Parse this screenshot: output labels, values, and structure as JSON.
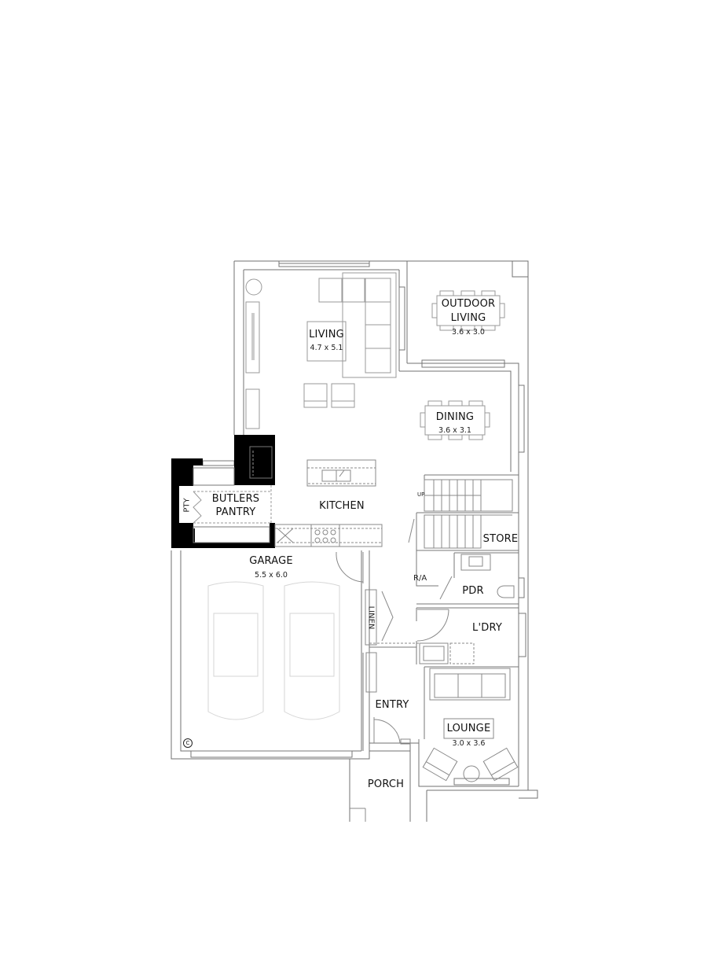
{
  "plan": {
    "rooms": [
      {
        "id": "living",
        "name": "LIVING",
        "dims": "4.7 x 5.1"
      },
      {
        "id": "outdoor_living",
        "name_line1": "OUTDOOR",
        "name_line2": "LIVING",
        "dims": "3.6 x 3.0"
      },
      {
        "id": "dining",
        "name": "DINING",
        "dims": "3.6 x 3.1"
      },
      {
        "id": "kitchen",
        "name": "KITCHEN"
      },
      {
        "id": "butlers_pantry",
        "name_line1": "BUTLERS",
        "name_line2": "PANTRY"
      },
      {
        "id": "pty",
        "name": "PTY"
      },
      {
        "id": "store",
        "name": "STORE"
      },
      {
        "id": "pdr",
        "name": "PDR"
      },
      {
        "id": "laundry",
        "name": "L'DRY"
      },
      {
        "id": "garage",
        "name": "GARAGE",
        "dims": "5.5 x 6.0"
      },
      {
        "id": "linen",
        "name": "LINEN"
      },
      {
        "id": "entry",
        "name": "ENTRY"
      },
      {
        "id": "lounge",
        "name": "LOUNGE",
        "dims": "3.0 x 3.6"
      },
      {
        "id": "porch",
        "name": "PORCH"
      }
    ],
    "annotations": {
      "stair_up": "UP",
      "return_air": "R/A",
      "copyright_symbol": "C"
    },
    "colors": {
      "wall_line": "#6e6e6e",
      "furniture_line": "#9a9a9a",
      "solid_wall": "#000000",
      "car_outline": "#d8d8d8",
      "text": "#111111"
    }
  }
}
